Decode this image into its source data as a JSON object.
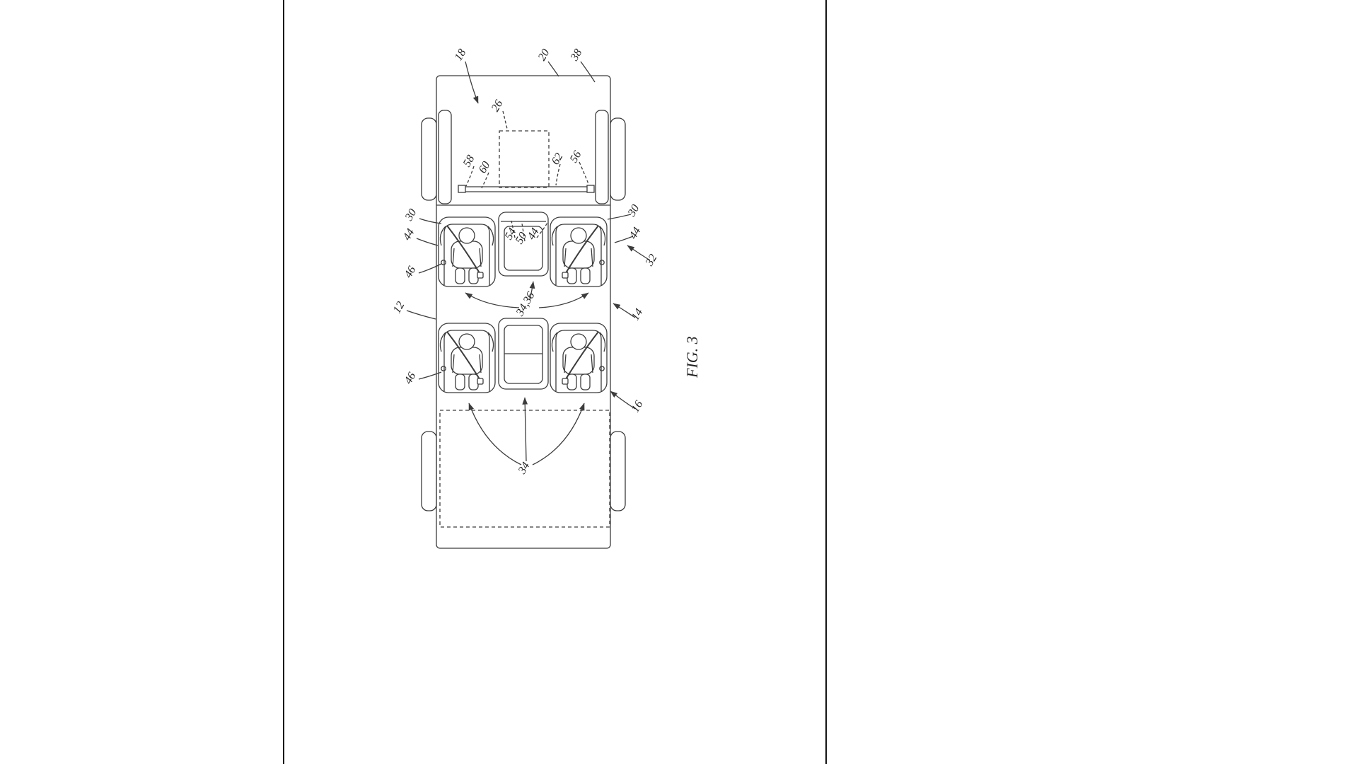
{
  "caption": {
    "text": "FIG. 3"
  },
  "colors": {
    "ink": "#3c3c3c",
    "page_edge": "#141414",
    "background": "#ffffff"
  },
  "labels": [
    {
      "text": "18"
    },
    {
      "text": "20"
    },
    {
      "text": "38"
    },
    {
      "text": "26"
    },
    {
      "text": "58"
    },
    {
      "text": "60"
    },
    {
      "text": "62"
    },
    {
      "text": "56"
    },
    {
      "text": "30"
    },
    {
      "text": "44"
    },
    {
      "text": "46"
    },
    {
      "text": "54"
    },
    {
      "text": "50"
    },
    {
      "text": "44"
    },
    {
      "text": "30"
    },
    {
      "text": "44"
    },
    {
      "text": "32"
    },
    {
      "text": "12"
    },
    {
      "text": "34,36"
    },
    {
      "text": "14"
    },
    {
      "text": "46"
    },
    {
      "text": "16"
    },
    {
      "text": "34"
    }
  ]
}
